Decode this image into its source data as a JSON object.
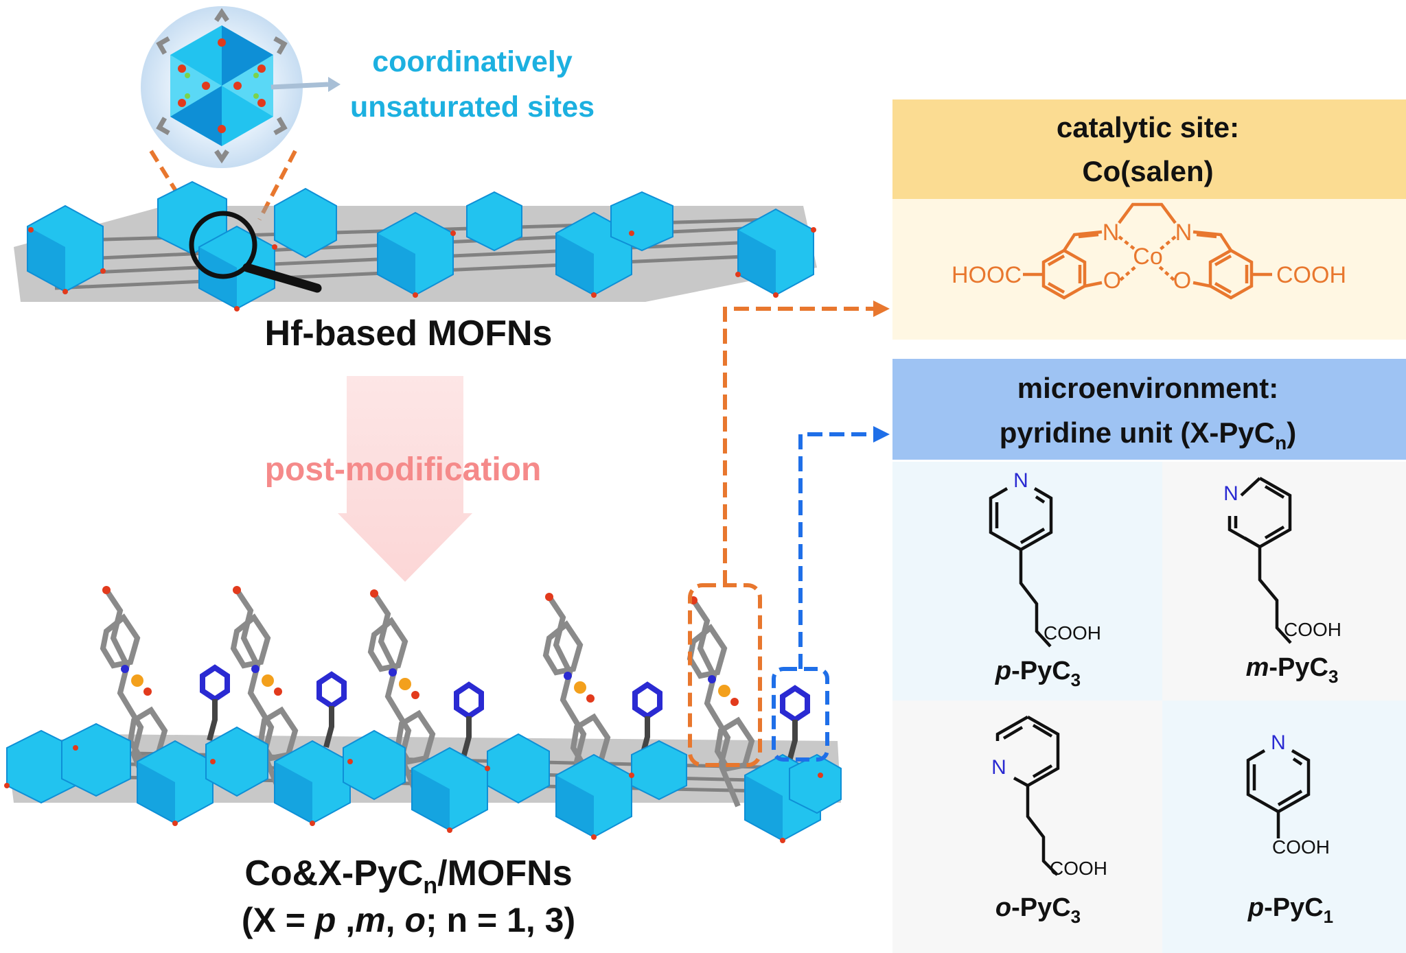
{
  "callout": {
    "line1": "coordinatively",
    "line2": "unsaturated sites"
  },
  "mofn_label": "Hf-based MOFNs",
  "arrow_label": "post-modification",
  "product": {
    "label_main": "Co&X-PyC",
    "label_sub": "n",
    "label_tail": "/MOFNs",
    "cond_open": "(X = ",
    "cond_p": "p",
    "cond_sep1": " ,",
    "cond_m": "m",
    "cond_sep2": ", ",
    "cond_o": "o",
    "cond_tail": "; n = 1, 3)"
  },
  "catalytic": {
    "title_line1": "catalytic site:",
    "title_line2": "Co(salen)",
    "atoms": {
      "n": "N",
      "co": "Co",
      "o": "O",
      "hooc": "HOOC",
      "cooh": "COOH"
    }
  },
  "micro": {
    "title_line1": "microenvironment:",
    "title_line2_main": "pyridine unit (X-PyC",
    "title_line2_sub": "n",
    "title_line2_tail": ")"
  },
  "pyridines": [
    {
      "prefix": "p",
      "label": "-PyC",
      "sub": "3",
      "n": "N",
      "cooh": "COOH"
    },
    {
      "prefix": "m",
      "label": "-PyC",
      "sub": "3",
      "n": "N",
      "cooh": "COOH"
    },
    {
      "prefix": "o",
      "label": "-PyC",
      "sub": "3",
      "n": "N",
      "cooh": "COOH"
    },
    {
      "prefix": "p",
      "label": "-PyC",
      "sub": "1",
      "n": "N",
      "cooh": "COOH"
    }
  ],
  "colors": {
    "callout_text": "#1cb0e0",
    "orange": "#e8772e",
    "blue_dash": "#1f6fe8",
    "cat_header": "#fbdc92",
    "cat_body": "#fff7e3",
    "micro_header": "#9ec3f3",
    "panel_light": "#eef7fc",
    "panel_gray": "#f7f7f7",
    "post_mod": "#f58a8a",
    "cluster": "#22c3ef",
    "linker": "#8a8a8a",
    "pyridine_blue": "#2a2ad2"
  }
}
